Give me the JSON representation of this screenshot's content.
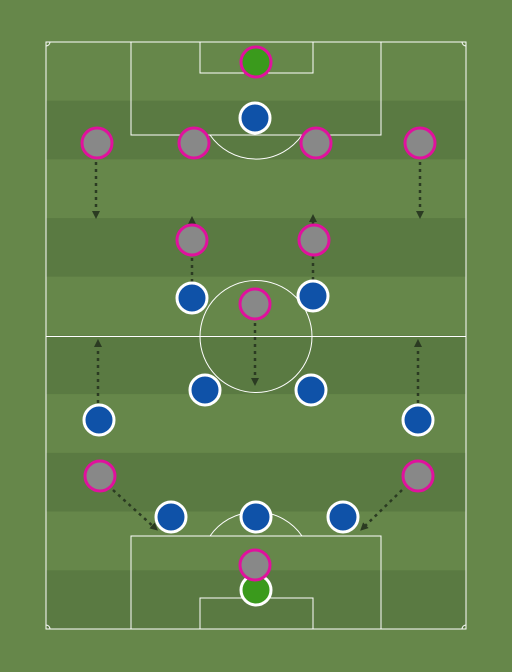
{
  "colors": {
    "grass_light": "#66874a",
    "grass_dark": "#5a7a42",
    "line": "#ffffff",
    "team_a_fill": "#0f52a8",
    "team_a_ring": "#ffffff",
    "team_b_fill": "#888888",
    "team_b_ring": "#e0119d",
    "keeper_fill": "#3a9a1c",
    "arrow": "#2b3b22"
  },
  "pitch_layout": {
    "orientation": "vertical",
    "stripes": "alternating"
  },
  "players": [
    {
      "team": "magenta-ring",
      "role": "goalkeeper"
    },
    {
      "team": "blue",
      "role": "outfield"
    },
    {
      "team": "magenta-ring",
      "role": "outfield"
    },
    {
      "team": "magenta-ring",
      "role": "outfield"
    },
    {
      "team": "magenta-ring",
      "role": "outfield"
    },
    {
      "team": "magenta-ring",
      "role": "outfield"
    },
    {
      "team": "magenta-ring",
      "role": "outfield"
    },
    {
      "team": "magenta-ring",
      "role": "outfield"
    },
    {
      "team": "blue",
      "role": "outfield"
    },
    {
      "team": "magenta-ring",
      "role": "outfield"
    },
    {
      "team": "blue",
      "role": "outfield"
    },
    {
      "team": "blue",
      "role": "outfield"
    },
    {
      "team": "blue",
      "role": "outfield"
    },
    {
      "team": "blue",
      "role": "outfield"
    },
    {
      "team": "blue",
      "role": "outfield"
    },
    {
      "team": "magenta-ring",
      "role": "outfield"
    },
    {
      "team": "magenta-ring",
      "role": "outfield"
    },
    {
      "team": "blue",
      "role": "outfield"
    },
    {
      "team": "blue",
      "role": "outfield"
    },
    {
      "team": "blue",
      "role": "outfield"
    },
    {
      "team": "blue",
      "role": "goalkeeper"
    },
    {
      "team": "magenta-ring",
      "role": "outfield"
    }
  ]
}
